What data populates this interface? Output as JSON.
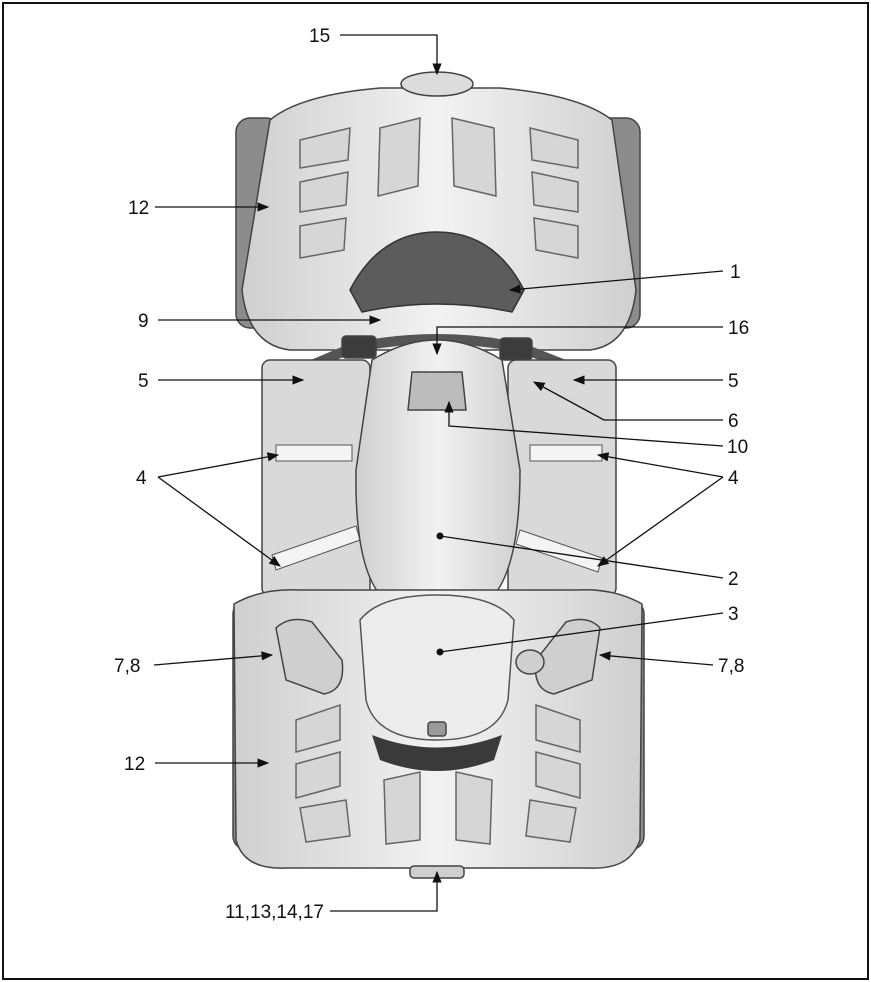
{
  "diagram": {
    "subject": "ATV top view",
    "callouts": [
      {
        "id": "15",
        "label": "15"
      },
      {
        "id": "12a",
        "label": "12"
      },
      {
        "id": "1",
        "label": "1"
      },
      {
        "id": "9",
        "label": "9"
      },
      {
        "id": "16",
        "label": "16"
      },
      {
        "id": "5a",
        "label": "5"
      },
      {
        "id": "5b",
        "label": "5"
      },
      {
        "id": "6",
        "label": "6"
      },
      {
        "id": "10",
        "label": "10"
      },
      {
        "id": "4a",
        "label": "4"
      },
      {
        "id": "4b",
        "label": "4"
      },
      {
        "id": "2",
        "label": "2"
      },
      {
        "id": "3",
        "label": "3"
      },
      {
        "id": "78a",
        "label": "7,8"
      },
      {
        "id": "78b",
        "label": "7,8"
      },
      {
        "id": "12b",
        "label": "12"
      },
      {
        "id": "bottom",
        "label": "11,13,14,17"
      }
    ]
  },
  "colors": {
    "line": "#111111",
    "body": "#e6e6e6",
    "body_dark": "#bdbdbd",
    "shadow": "#3a3a3a"
  }
}
